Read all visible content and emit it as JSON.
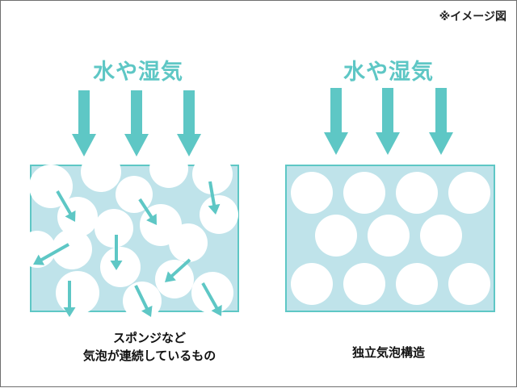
{
  "note": "※イメージ図",
  "colors": {
    "accent": "#5ec7c5",
    "box_fill": "#bfe3ea",
    "box_stroke": "#5ec7c5",
    "bubble": "#ffffff",
    "text": "#111111"
  },
  "left_panel": {
    "heading": "水や湿気",
    "caption_line1": "スポンジなど",
    "caption_line2": "気泡が連続しているもの"
  },
  "right_panel": {
    "heading": "水や湿気",
    "caption": "独立気泡構造"
  }
}
